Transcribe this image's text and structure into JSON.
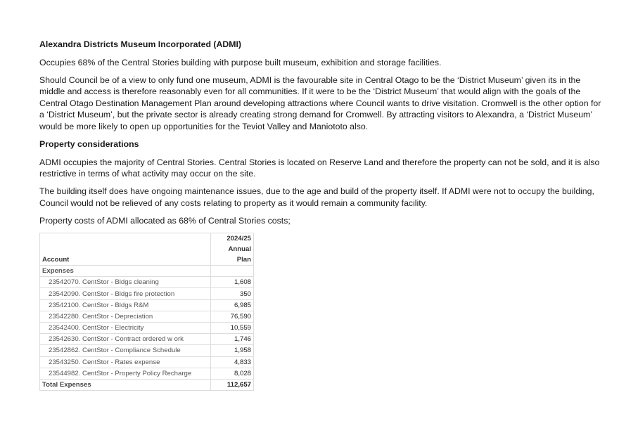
{
  "doc": {
    "heading1": "Alexandra Districts Museum Incorporated (ADMI)",
    "p1": "Occupies 68% of the Central Stories building with purpose built museum, exhibition and storage facilities.",
    "p2": "Should Council be of a view to only fund one museum, ADMI is the favourable site in Central Otago to be the ‘District Museum’ given its in the middle and access is therefore reasonably even for all communities. If it were to be the ‘District Museum’ that would align with the goals of the Central Otago Destination Management Plan around developing attractions where Council wants to drive visitation. Cromwell is the other option for a ‘District Museum’, but the private sector is already creating strong demand for Cromwell. By attracting visitors to Alexandra, a ‘District Museum’ would be more likely to open up opportunities for the Teviot Valley and Maniototo also.",
    "heading2": "Property considerations",
    "p3": "ADMI occupies the majority of Central Stories. Central Stories is located on Reserve Land and therefore the property can not be sold, and it is also restrictive in terms of what activity may occur on the site.",
    "p4": "The building itself does have ongoing maintenance issues, due to the age and build of the property itself. If ADMI were not to occupy the building, Council would not be relieved of any costs relating to property as it would remain a community facility.",
    "p5": "Property costs of ADMI allocated as 68% of Central Stories costs;"
  },
  "table": {
    "col_account": "Account",
    "col_value_line1": "2024/25",
    "col_value_line2": "Annual Plan",
    "section": "Expenses",
    "rows": [
      {
        "account": "23542070. CentStor - Bldgs cleaning",
        "value": "1,608"
      },
      {
        "account": "23542090. CentStor - Bldgs fire protection",
        "value": "350"
      },
      {
        "account": "23542100. CentStor - Bldgs R&M",
        "value": "6,985"
      },
      {
        "account": "23542280. CentStor - Depreciation",
        "value": "76,590"
      },
      {
        "account": "23542400. CentStor - Electricity",
        "value": "10,559"
      },
      {
        "account": "23542630. CentStor - Contract ordered w ork",
        "value": "1,746"
      },
      {
        "account": "23542862. CentStor - Compliance Schedule",
        "value": "1,958"
      },
      {
        "account": "23543250. CentStor - Rates expense",
        "value": "4,833"
      },
      {
        "account": "23544982. CentStor - Property Policy Recharge",
        "value": "8,028"
      }
    ],
    "total_label": "Total Expenses",
    "total_value": "112,657"
  }
}
